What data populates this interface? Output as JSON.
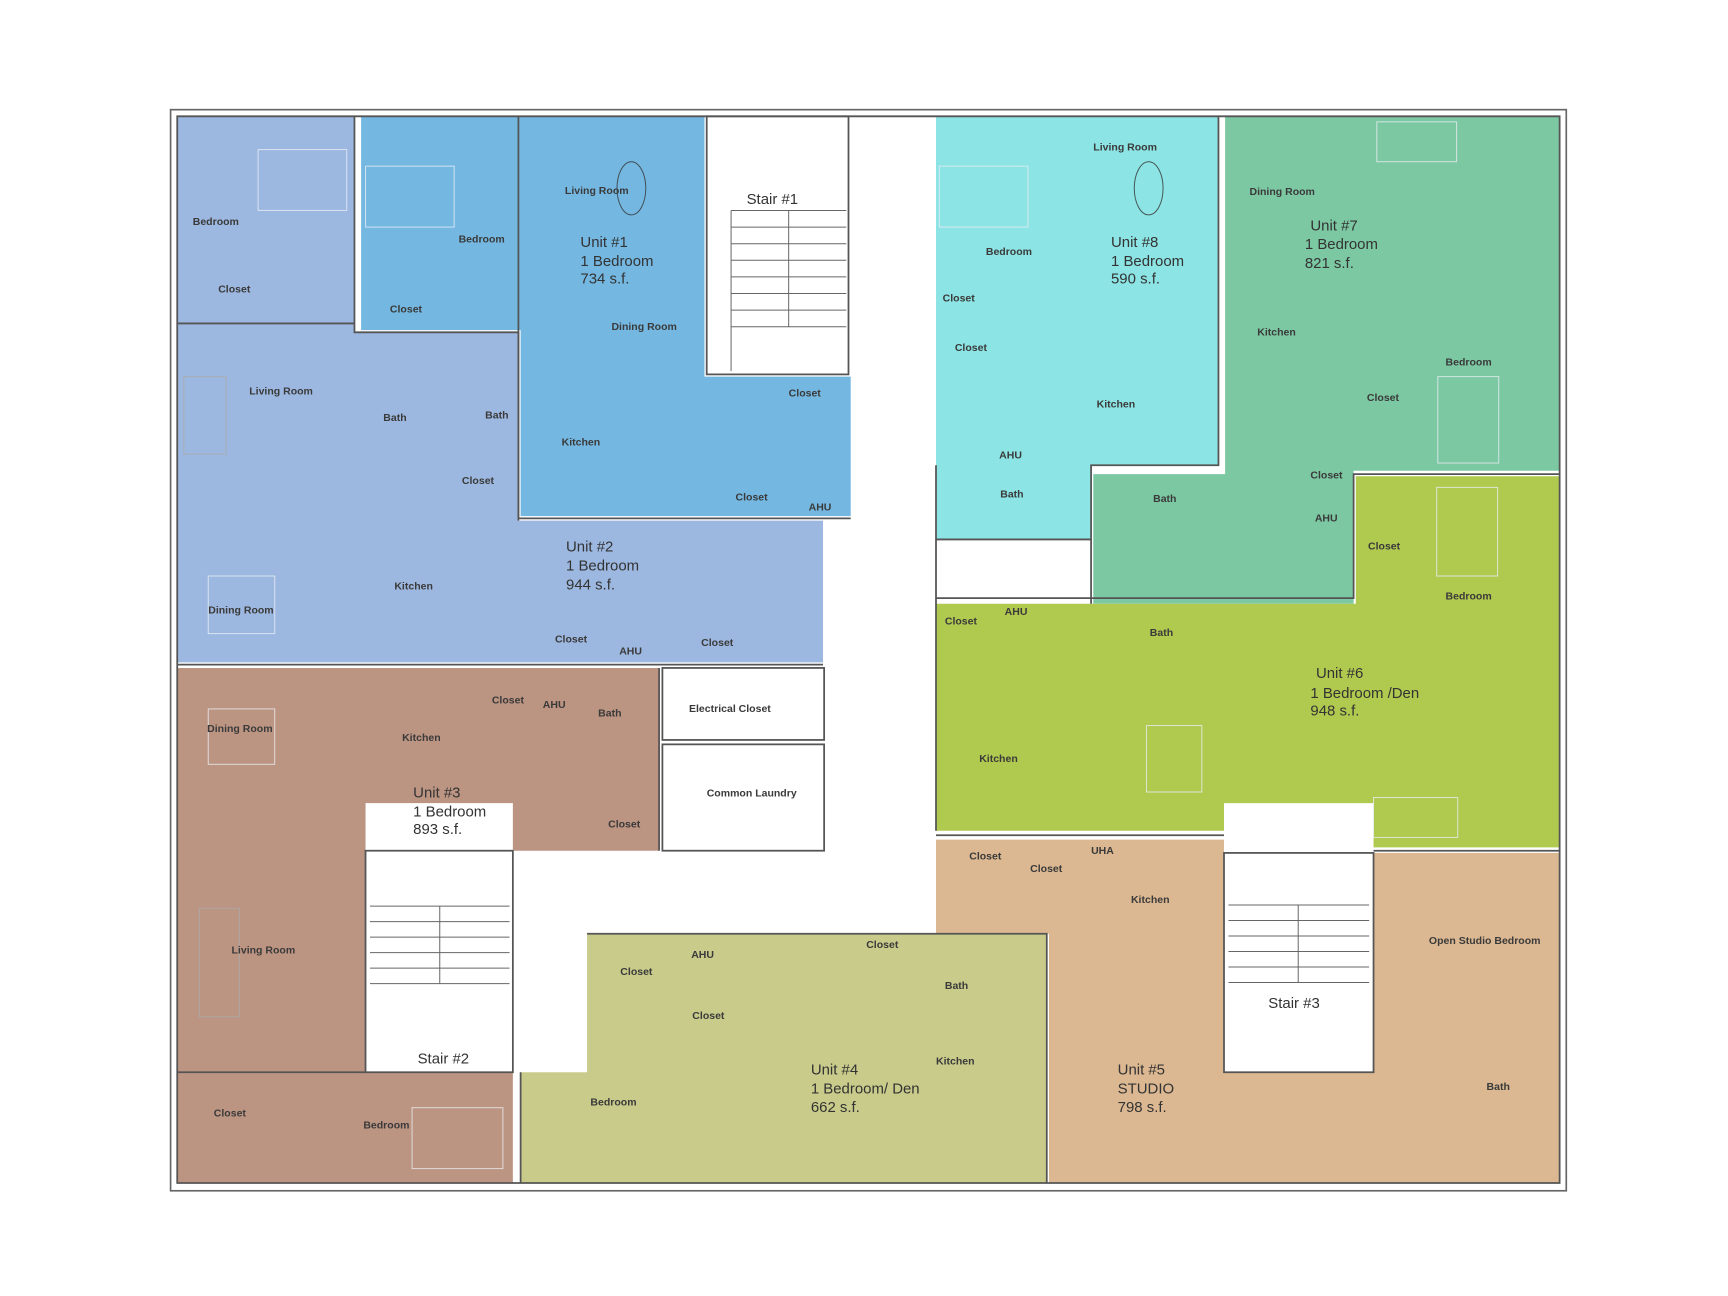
{
  "colors": {
    "unit1": "#74b8e2",
    "unit2": "#9db8e0",
    "unit3": "#bc9482",
    "unit4": "#c8cb8a",
    "unit5": "#dbb891",
    "unit6": "#b0c94f",
    "unit7": "#7cc8a3",
    "unit8": "#8de4e4",
    "common": "#ffffff"
  },
  "units": {
    "u1": {
      "name": "Unit #1",
      "type": "1 Bedroom",
      "area": "734 s.f."
    },
    "u2": {
      "name": "Unit #2",
      "type": "1 Bedroom",
      "area": "944 s.f."
    },
    "u3": {
      "name": "Unit #3",
      "type": "1  Bedroom",
      "area": "893 s.f."
    },
    "u4": {
      "name": "Unit #4",
      "type": "1 Bedroom/ Den",
      "area": "662 s.f."
    },
    "u5": {
      "name": "Unit #5",
      "type": "STUDIO",
      "area": "798 s.f."
    },
    "u6": {
      "name": "Unit #6",
      "type": "1 Bedroom /Den",
      "area": "948 s.f."
    },
    "u7": {
      "name": "Unit #7",
      "type": "1 Bedroom",
      "area": "821 s.f."
    },
    "u8": {
      "name": "Unit #8",
      "type": "1 Bedroom",
      "area": "590 s.f."
    }
  },
  "stairs": [
    "Stair #1",
    "Stair #2",
    "Stair #3"
  ],
  "common_rooms": [
    "Electrical Closet",
    "Common Laundry"
  ],
  "rooms": [
    "Bedroom",
    "Closet",
    "Living Room",
    "Bath",
    "Closet",
    "Kitchen",
    "Dining Room",
    "Closet",
    "AHU",
    "Closet",
    "Bedroom",
    "Closet",
    "Living Room",
    "Dining Room",
    "Bath",
    "Kitchen",
    "Closet",
    "Closet",
    "AHU",
    "Living Room",
    "Bedroom",
    "Closet",
    "Closet",
    "Kitchen",
    "AHU",
    "Bath",
    "Dining Room",
    "Kitchen",
    "Bedroom",
    "Closet",
    "Closet",
    "AHU",
    "Bath",
    "Closet",
    "Bedroom",
    "Closet",
    "AHU",
    "Bath",
    "Kitchen",
    "Dining Room",
    "Kitchen",
    "Closet",
    "AHU",
    "Bath",
    "Closet",
    "Living Room",
    "Closet",
    "Bedroom",
    "Closet",
    "AHU",
    "Closet",
    "Closet",
    "Bath",
    "Kitchen",
    "Bedroom",
    "Closet",
    "Closet",
    "UHA",
    "Kitchen",
    "Open Studio Bedroom",
    "Bath"
  ]
}
